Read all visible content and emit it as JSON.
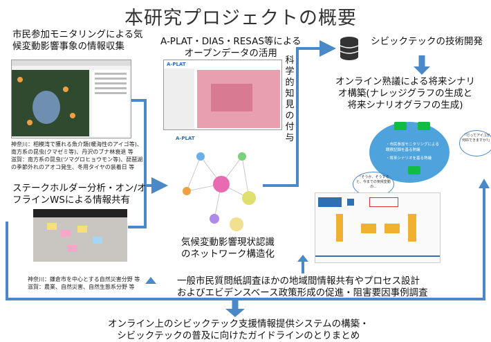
{
  "title": "本研究プロジェクトの概要",
  "box1": {
    "line1": "市民参加モニタリングによる気",
    "line2": "候変動影響事象の情報収集"
  },
  "box1_notes": [
    "神奈川：相模湾で獲れる魚介類(暖海性のアイゴ等)、",
    "南方系の昆虫(クマゼミ等)、丹沢のブナ林衰退 等",
    "滋賀：南方系の昆虫(ツマグロヒョウモン等)、琵琶湖",
    "の季節外れのアオコ発生、冬用タイヤの装着日 等"
  ],
  "box2": {
    "line1": "A-PLAT・DIAS・RESAS等による",
    "line2": "オープンデータの活用"
  },
  "vertical": [
    "科",
    "学",
    "的",
    "知",
    "見",
    "の",
    "付",
    "与"
  ],
  "box3": "シビックテックの技術開発",
  "box4": {
    "line1": "オンライン熟議による将来シナリ",
    "line2": "オ構築(ナレッジグラフの生成と",
    "line3": "将来シナリオグラフの生成)"
  },
  "box5": {
    "line1": "ステークホルダー分析・オン/オ",
    "line2": "フラインWSによる情報共有"
  },
  "box5_notes": [
    "神奈川：鎌倉市を中心とする自然災害分野 等",
    "滋賀：農業、自然災害、自然生態系分野 等"
  ],
  "network_label": {
    "line1": "気候変動影響現状認識",
    "line2": "のネットワーク構造化"
  },
  "bottom_center": {
    "line1": "一般市民質問紙調査ほかの地域間情報共有やプロセス設計",
    "line2": "およびエビデンスベース政策形成の促進・阻害要因事例調査"
  },
  "footer": {
    "line1": "オンライン上のシビックテック支援情報提供システムの構築・",
    "line2": "シビックテックの普及に向けたガイドラインのとりまとめ"
  },
  "aplat_logo": "A-PLAT",
  "aplat_logo_2": "A-PLAT",
  "cycle_labels": {
    "a": "・市民参加モニタリングによる観察記録を基る熟議",
    "b": "・将来シナリオを基る熟議",
    "c": "「行ってアイゴが何匹できますか?」",
    "d": "「そうか、そうすると、今までの気候変動の..."
  },
  "colors": {
    "arrow": "#4a88c7",
    "accent": "#2f6fb3"
  }
}
